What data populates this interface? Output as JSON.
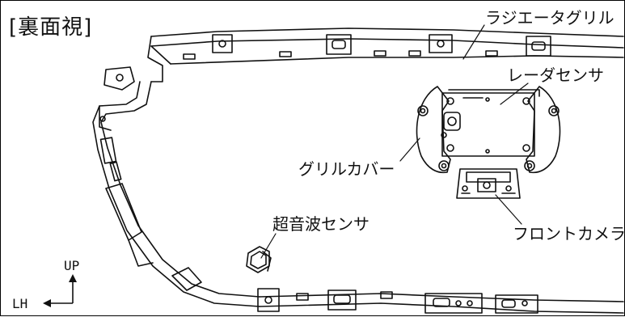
{
  "title": "[裏面視]",
  "labels": {
    "radiator_grille": "ラジエータグリル",
    "radar_sensor": "レーダセンサ",
    "grille_cover": "グリルカバー",
    "ultrasonic_sensor": "超音波センサ",
    "front_camera": "フロントカメラ"
  },
  "orientation": {
    "up": "UP",
    "left": "LH"
  },
  "colors": {
    "line": "#111111",
    "fill": "#ffffff",
    "shade": "#d9d9d9"
  }
}
